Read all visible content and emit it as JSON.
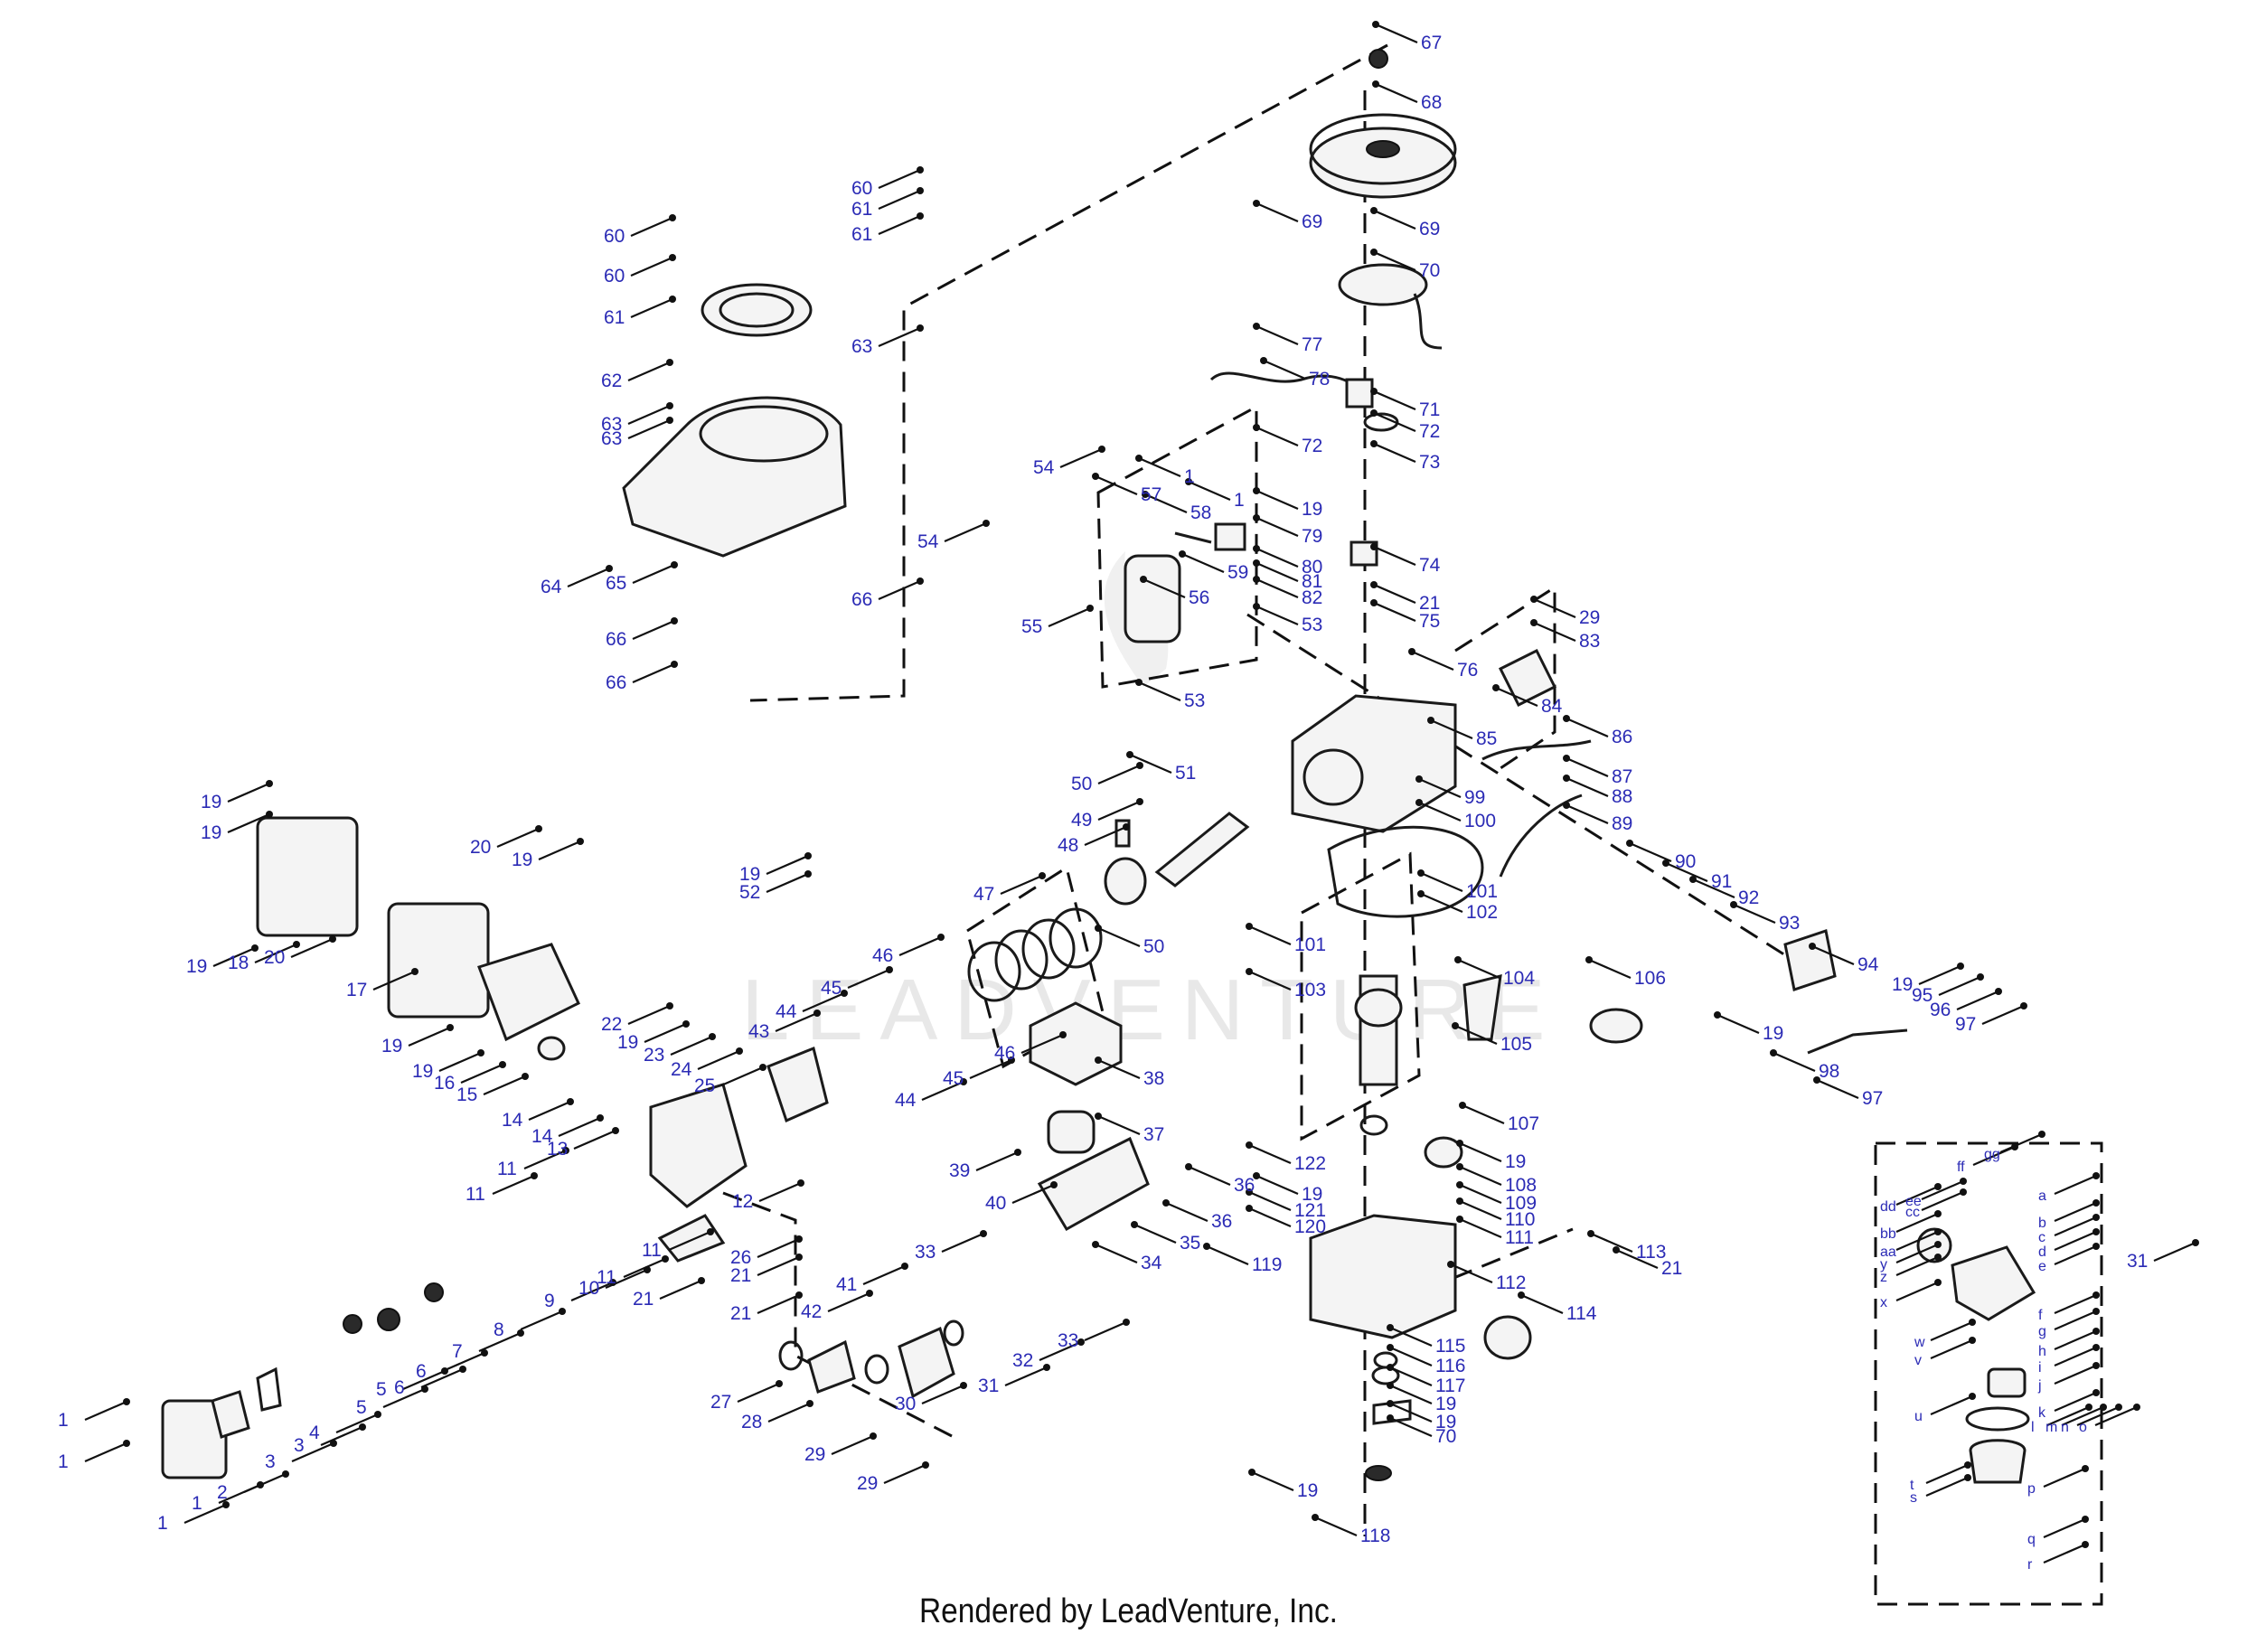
{
  "footer": {
    "text": "Rendered by LeadVenture, Inc."
  },
  "watermark": {
    "text": "LEADVENTURE"
  },
  "kit": {
    "label": "31"
  },
  "callouts": [
    {
      "id": "67",
      "t": "67"
    },
    {
      "id": "68",
      "t": "68"
    },
    {
      "id": "69a",
      "t": "69"
    },
    {
      "id": "69b",
      "t": "69"
    },
    {
      "id": "70a",
      "t": "70"
    },
    {
      "id": "60a",
      "t": "60"
    },
    {
      "id": "60b",
      "t": "60"
    },
    {
      "id": "60c",
      "t": "60"
    },
    {
      "id": "61a",
      "t": "61"
    },
    {
      "id": "61b",
      "t": "61"
    },
    {
      "id": "61c",
      "t": "61"
    },
    {
      "id": "62",
      "t": "62"
    },
    {
      "id": "63a",
      "t": "63"
    },
    {
      "id": "63b",
      "t": "63"
    },
    {
      "id": "63c",
      "t": "63"
    },
    {
      "id": "64",
      "t": "64"
    },
    {
      "id": "65",
      "t": "65"
    },
    {
      "id": "66a",
      "t": "66"
    },
    {
      "id": "66b",
      "t": "66"
    },
    {
      "id": "66c",
      "t": "66"
    },
    {
      "id": "77",
      "t": "77"
    },
    {
      "id": "78",
      "t": "78"
    },
    {
      "id": "71",
      "t": "71"
    },
    {
      "id": "72a",
      "t": "72"
    },
    {
      "id": "72b",
      "t": "72"
    },
    {
      "id": "73",
      "t": "73"
    },
    {
      "id": "54a",
      "t": "54"
    },
    {
      "id": "54b",
      "t": "54"
    },
    {
      "id": "1a",
      "t": "1"
    },
    {
      "id": "1b",
      "t": "1"
    },
    {
      "id": "57",
      "t": "57"
    },
    {
      "id": "58",
      "t": "58"
    },
    {
      "id": "59",
      "t": "59"
    },
    {
      "id": "55",
      "t": "55"
    },
    {
      "id": "56",
      "t": "56"
    },
    {
      "id": "19a",
      "t": "19"
    },
    {
      "id": "79",
      "t": "79"
    },
    {
      "id": "80",
      "t": "80"
    },
    {
      "id": "81",
      "t": "81"
    },
    {
      "id": "82",
      "t": "82"
    },
    {
      "id": "74",
      "t": "74"
    },
    {
      "id": "21a",
      "t": "21"
    },
    {
      "id": "75",
      "t": "75"
    },
    {
      "id": "53a",
      "t": "53"
    },
    {
      "id": "53b",
      "t": "53"
    },
    {
      "id": "29a",
      "t": "29"
    },
    {
      "id": "83",
      "t": "83"
    },
    {
      "id": "76",
      "t": "76"
    },
    {
      "id": "84",
      "t": "84"
    },
    {
      "id": "85",
      "t": "85"
    },
    {
      "id": "86",
      "t": "86"
    },
    {
      "id": "87",
      "t": "87"
    },
    {
      "id": "88",
      "t": "88"
    },
    {
      "id": "89",
      "t": "89"
    },
    {
      "id": "99",
      "t": "99"
    },
    {
      "id": "100",
      "t": "100"
    },
    {
      "id": "50a",
      "t": "50"
    },
    {
      "id": "51",
      "t": "51"
    },
    {
      "id": "49",
      "t": "49"
    },
    {
      "id": "48",
      "t": "48"
    },
    {
      "id": "47",
      "t": "47"
    },
    {
      "id": "50b",
      "t": "50"
    },
    {
      "id": "90",
      "t": "90"
    },
    {
      "id": "91",
      "t": "91"
    },
    {
      "id": "92",
      "t": "92"
    },
    {
      "id": "93",
      "t": "93"
    },
    {
      "id": "101a",
      "t": "101"
    },
    {
      "id": "102",
      "t": "102"
    },
    {
      "id": "101b",
      "t": "101"
    },
    {
      "id": "103",
      "t": "103"
    },
    {
      "id": "104",
      "t": "104"
    },
    {
      "id": "106",
      "t": "106"
    },
    {
      "id": "105",
      "t": "105"
    },
    {
      "id": "94",
      "t": "94"
    },
    {
      "id": "19b",
      "t": "19"
    },
    {
      "id": "95",
      "t": "95"
    },
    {
      "id": "96",
      "t": "96"
    },
    {
      "id": "97a",
      "t": "97"
    },
    {
      "id": "19c",
      "t": "19"
    },
    {
      "id": "98",
      "t": "98"
    },
    {
      "id": "97b",
      "t": "97"
    },
    {
      "id": "19d",
      "t": "19"
    },
    {
      "id": "19e",
      "t": "19"
    },
    {
      "id": "20a",
      "t": "20"
    },
    {
      "id": "19f",
      "t": "19"
    },
    {
      "id": "19g",
      "t": "19"
    },
    {
      "id": "18",
      "t": "18"
    },
    {
      "id": "20b",
      "t": "20"
    },
    {
      "id": "17",
      "t": "17"
    },
    {
      "id": "19h",
      "t": "19"
    },
    {
      "id": "19i",
      "t": "19"
    },
    {
      "id": "16",
      "t": "16"
    },
    {
      "id": "15",
      "t": "15"
    },
    {
      "id": "19j",
      "t": "19"
    },
    {
      "id": "52",
      "t": "52"
    },
    {
      "id": "22",
      "t": "22"
    },
    {
      "id": "19k",
      "t": "19"
    },
    {
      "id": "23",
      "t": "23"
    },
    {
      "id": "24",
      "t": "24"
    },
    {
      "id": "25",
      "t": "25"
    },
    {
      "id": "46a",
      "t": "46"
    },
    {
      "id": "45a",
      "t": "45"
    },
    {
      "id": "44a",
      "t": "44"
    },
    {
      "id": "43",
      "t": "43"
    },
    {
      "id": "46b",
      "t": "46"
    },
    {
      "id": "45b",
      "t": "45"
    },
    {
      "id": "44b",
      "t": "44"
    },
    {
      "id": "38",
      "t": "38"
    },
    {
      "id": "14a",
      "t": "14"
    },
    {
      "id": "14b",
      "t": "14"
    },
    {
      "id": "13",
      "t": "13"
    },
    {
      "id": "37",
      "t": "37"
    },
    {
      "id": "11a",
      "t": "11"
    },
    {
      "id": "11b",
      "t": "11"
    },
    {
      "id": "12",
      "t": "12"
    },
    {
      "id": "11c",
      "t": "11"
    },
    {
      "id": "11d",
      "t": "11"
    },
    {
      "id": "10",
      "t": "10"
    },
    {
      "id": "26",
      "t": "26"
    },
    {
      "id": "21b",
      "t": "21"
    },
    {
      "id": "21c",
      "t": "21"
    },
    {
      "id": "21d",
      "t": "21"
    },
    {
      "id": "9",
      "t": "9"
    },
    {
      "id": "8",
      "t": "8"
    },
    {
      "id": "39",
      "t": "39"
    },
    {
      "id": "40",
      "t": "40"
    },
    {
      "id": "36a",
      "t": "36"
    },
    {
      "id": "36b",
      "t": "36"
    },
    {
      "id": "35",
      "t": "35"
    },
    {
      "id": "34",
      "t": "34"
    },
    {
      "id": "33a",
      "t": "33"
    },
    {
      "id": "33b",
      "t": "33"
    },
    {
      "id": "32",
      "t": "32"
    },
    {
      "id": "41",
      "t": "41"
    },
    {
      "id": "42",
      "t": "42"
    },
    {
      "id": "7",
      "t": "7"
    },
    {
      "id": "6a",
      "t": "6"
    },
    {
      "id": "6b",
      "t": "6"
    },
    {
      "id": "5a",
      "t": "5"
    },
    {
      "id": "5b",
      "t": "5"
    },
    {
      "id": "4",
      "t": "4"
    },
    {
      "id": "3a",
      "t": "3"
    },
    {
      "id": "3b",
      "t": "3"
    },
    {
      "id": "2",
      "t": "2"
    },
    {
      "id": "1c",
      "t": "1"
    },
    {
      "id": "1d",
      "t": "1"
    },
    {
      "id": "1e",
      "t": "1"
    },
    {
      "id": "1f",
      "t": "1"
    },
    {
      "id": "27",
      "t": "27"
    },
    {
      "id": "28",
      "t": "28"
    },
    {
      "id": "29b",
      "t": "29"
    },
    {
      "id": "29c",
      "t": "29"
    },
    {
      "id": "30",
      "t": "30"
    },
    {
      "id": "31b",
      "t": "31"
    },
    {
      "id": "107",
      "t": "107"
    },
    {
      "id": "122",
      "t": "122"
    },
    {
      "id": "19l",
      "t": "19"
    },
    {
      "id": "121",
      "t": "121"
    },
    {
      "id": "120",
      "t": "120"
    },
    {
      "id": "119",
      "t": "119"
    },
    {
      "id": "19m",
      "t": "19"
    },
    {
      "id": "108",
      "t": "108"
    },
    {
      "id": "109",
      "t": "109"
    },
    {
      "id": "110",
      "t": "110"
    },
    {
      "id": "111",
      "t": "111"
    },
    {
      "id": "113",
      "t": "113"
    },
    {
      "id": "21e",
      "t": "21"
    },
    {
      "id": "112",
      "t": "112"
    },
    {
      "id": "114",
      "t": "114"
    },
    {
      "id": "115",
      "t": "115"
    },
    {
      "id": "116",
      "t": "116"
    },
    {
      "id": "117",
      "t": "117"
    },
    {
      "id": "19n",
      "t": "19"
    },
    {
      "id": "19o",
      "t": "19"
    },
    {
      "id": "70b",
      "t": "70"
    },
    {
      "id": "19p",
      "t": "19"
    },
    {
      "id": "118",
      "t": "118"
    }
  ],
  "kit_callouts": [
    {
      "id": "gg",
      "t": "gg"
    },
    {
      "id": "ff",
      "t": "ff"
    },
    {
      "id": "dd",
      "t": "dd"
    },
    {
      "id": "ee",
      "t": "ee"
    },
    {
      "id": "cc",
      "t": "cc"
    },
    {
      "id": "bb",
      "t": "bb"
    },
    {
      "id": "a",
      "t": "a"
    },
    {
      "id": "b",
      "t": "b"
    },
    {
      "id": "c",
      "t": "c"
    },
    {
      "id": "d",
      "t": "d"
    },
    {
      "id": "aa",
      "t": "aa"
    },
    {
      "id": "y",
      "t": "y"
    },
    {
      "id": "z",
      "t": "z"
    },
    {
      "id": "e",
      "t": "e"
    },
    {
      "id": "x",
      "t": "x"
    },
    {
      "id": "f",
      "t": "f"
    },
    {
      "id": "g",
      "t": "g"
    },
    {
      "id": "w",
      "t": "w"
    },
    {
      "id": "v",
      "t": "v"
    },
    {
      "id": "h",
      "t": "h"
    },
    {
      "id": "i",
      "t": "i"
    },
    {
      "id": "j",
      "t": "j"
    },
    {
      "id": "u",
      "t": "u"
    },
    {
      "id": "k",
      "t": "k"
    },
    {
      "id": "l",
      "t": "l"
    },
    {
      "id": "m",
      "t": "m"
    },
    {
      "id": "n",
      "t": "n"
    },
    {
      "id": "o",
      "t": "o"
    },
    {
      "id": "t",
      "t": "t"
    },
    {
      "id": "s",
      "t": "s"
    },
    {
      "id": "p",
      "t": "p"
    },
    {
      "id": "q",
      "t": "q"
    },
    {
      "id": "r",
      "t": "r"
    }
  ]
}
